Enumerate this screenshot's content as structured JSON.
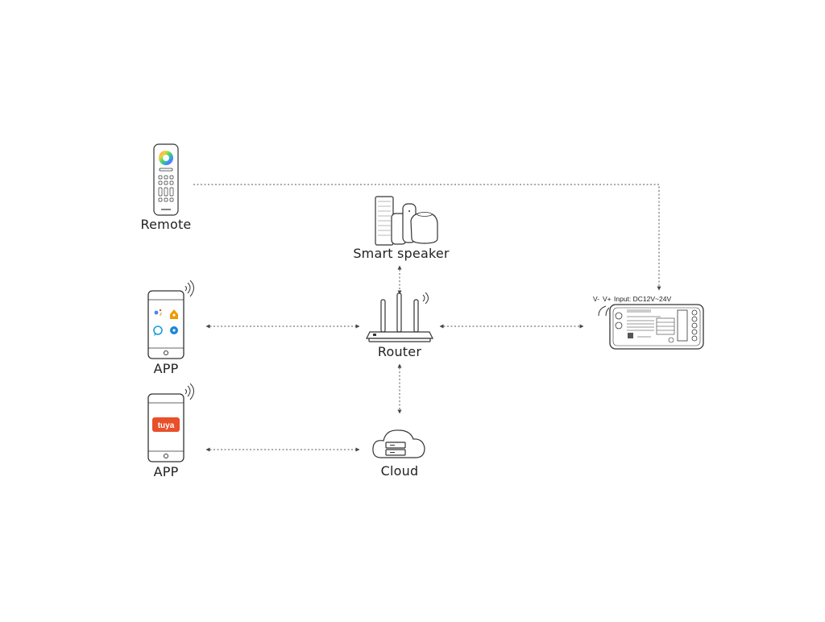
{
  "labels": {
    "remote": "Remote",
    "smart_speaker": "Smart speaker",
    "router": "Router",
    "app_top": "APP",
    "app_bottom": "APP",
    "cloud": "Cloud"
  },
  "controller": {
    "vminus": "V-",
    "vplus": "V+",
    "input": "Input: DC12V~24V"
  },
  "tuya_logo": "tuya",
  "colors": {
    "line": "#555555",
    "outline": "#333333",
    "tuya": "#e8502a"
  }
}
